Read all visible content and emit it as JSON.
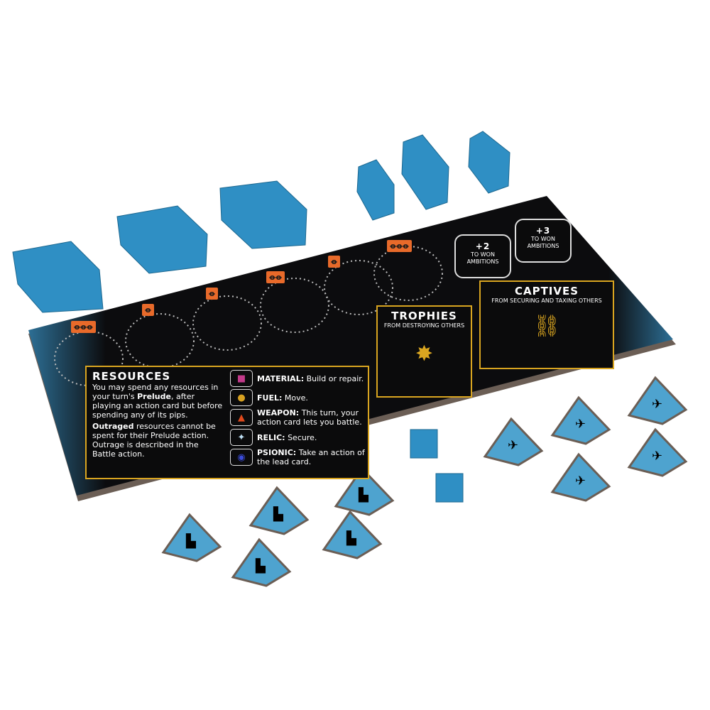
{
  "board": {
    "resources": {
      "title": "RESOURCES",
      "intro_1": "You may spend any resources in your turn's",
      "intro_bold": "Prelude",
      "intro_2": ", after playing an action card but before spending any of its pips.",
      "outrage_bold": "Outraged",
      "outrage_text": " resources cannot be spent for their Prelude action. Outrage is described in the Battle action.",
      "items": [
        {
          "name": "MATERIAL:",
          "text": "Build or repair.",
          "icon": "cube-icon",
          "color": "#c23a8a"
        },
        {
          "name": "FUEL:",
          "text": "Move.",
          "icon": "fuel-barrel-icon",
          "color": "#d6a021"
        },
        {
          "name": "WEAPON:",
          "text": "This turn, your action card lets you battle.",
          "icon": "rocket-icon",
          "color": "#e04a1c"
        },
        {
          "name": "RELIC:",
          "text": "Secure.",
          "icon": "relic-icon",
          "color": "#bfe0f5"
        },
        {
          "name": "PSIONIC:",
          "text": "Take an action of the lead card.",
          "icon": "psionic-eye-icon",
          "color": "#3a4bd8"
        }
      ]
    },
    "trophies": {
      "title": "TROPHIES",
      "subtitle": "FROM DESTROYING OTHERS"
    },
    "captives": {
      "title": "CAPTIVES",
      "subtitle": "FROM SECURING AND TAXING OTHERS"
    },
    "ambitions": [
      {
        "bonus": "+2",
        "label": "TO WON AMBITIONS"
      },
      {
        "bonus": "+3",
        "label": "TO WON AMBITIONS"
      }
    ],
    "key_tags": [
      "ꝋꝋꝋ",
      "ꝋ",
      "ꝋ",
      "ꝋꝋ",
      "ꝋ",
      "ꝋꝋꝋ"
    ],
    "colors": {
      "board": "#0b0b0c",
      "accent_gold": "#d9a520",
      "tag_orange": "#e86a2a",
      "player_blue": "#3a95c6"
    }
  }
}
